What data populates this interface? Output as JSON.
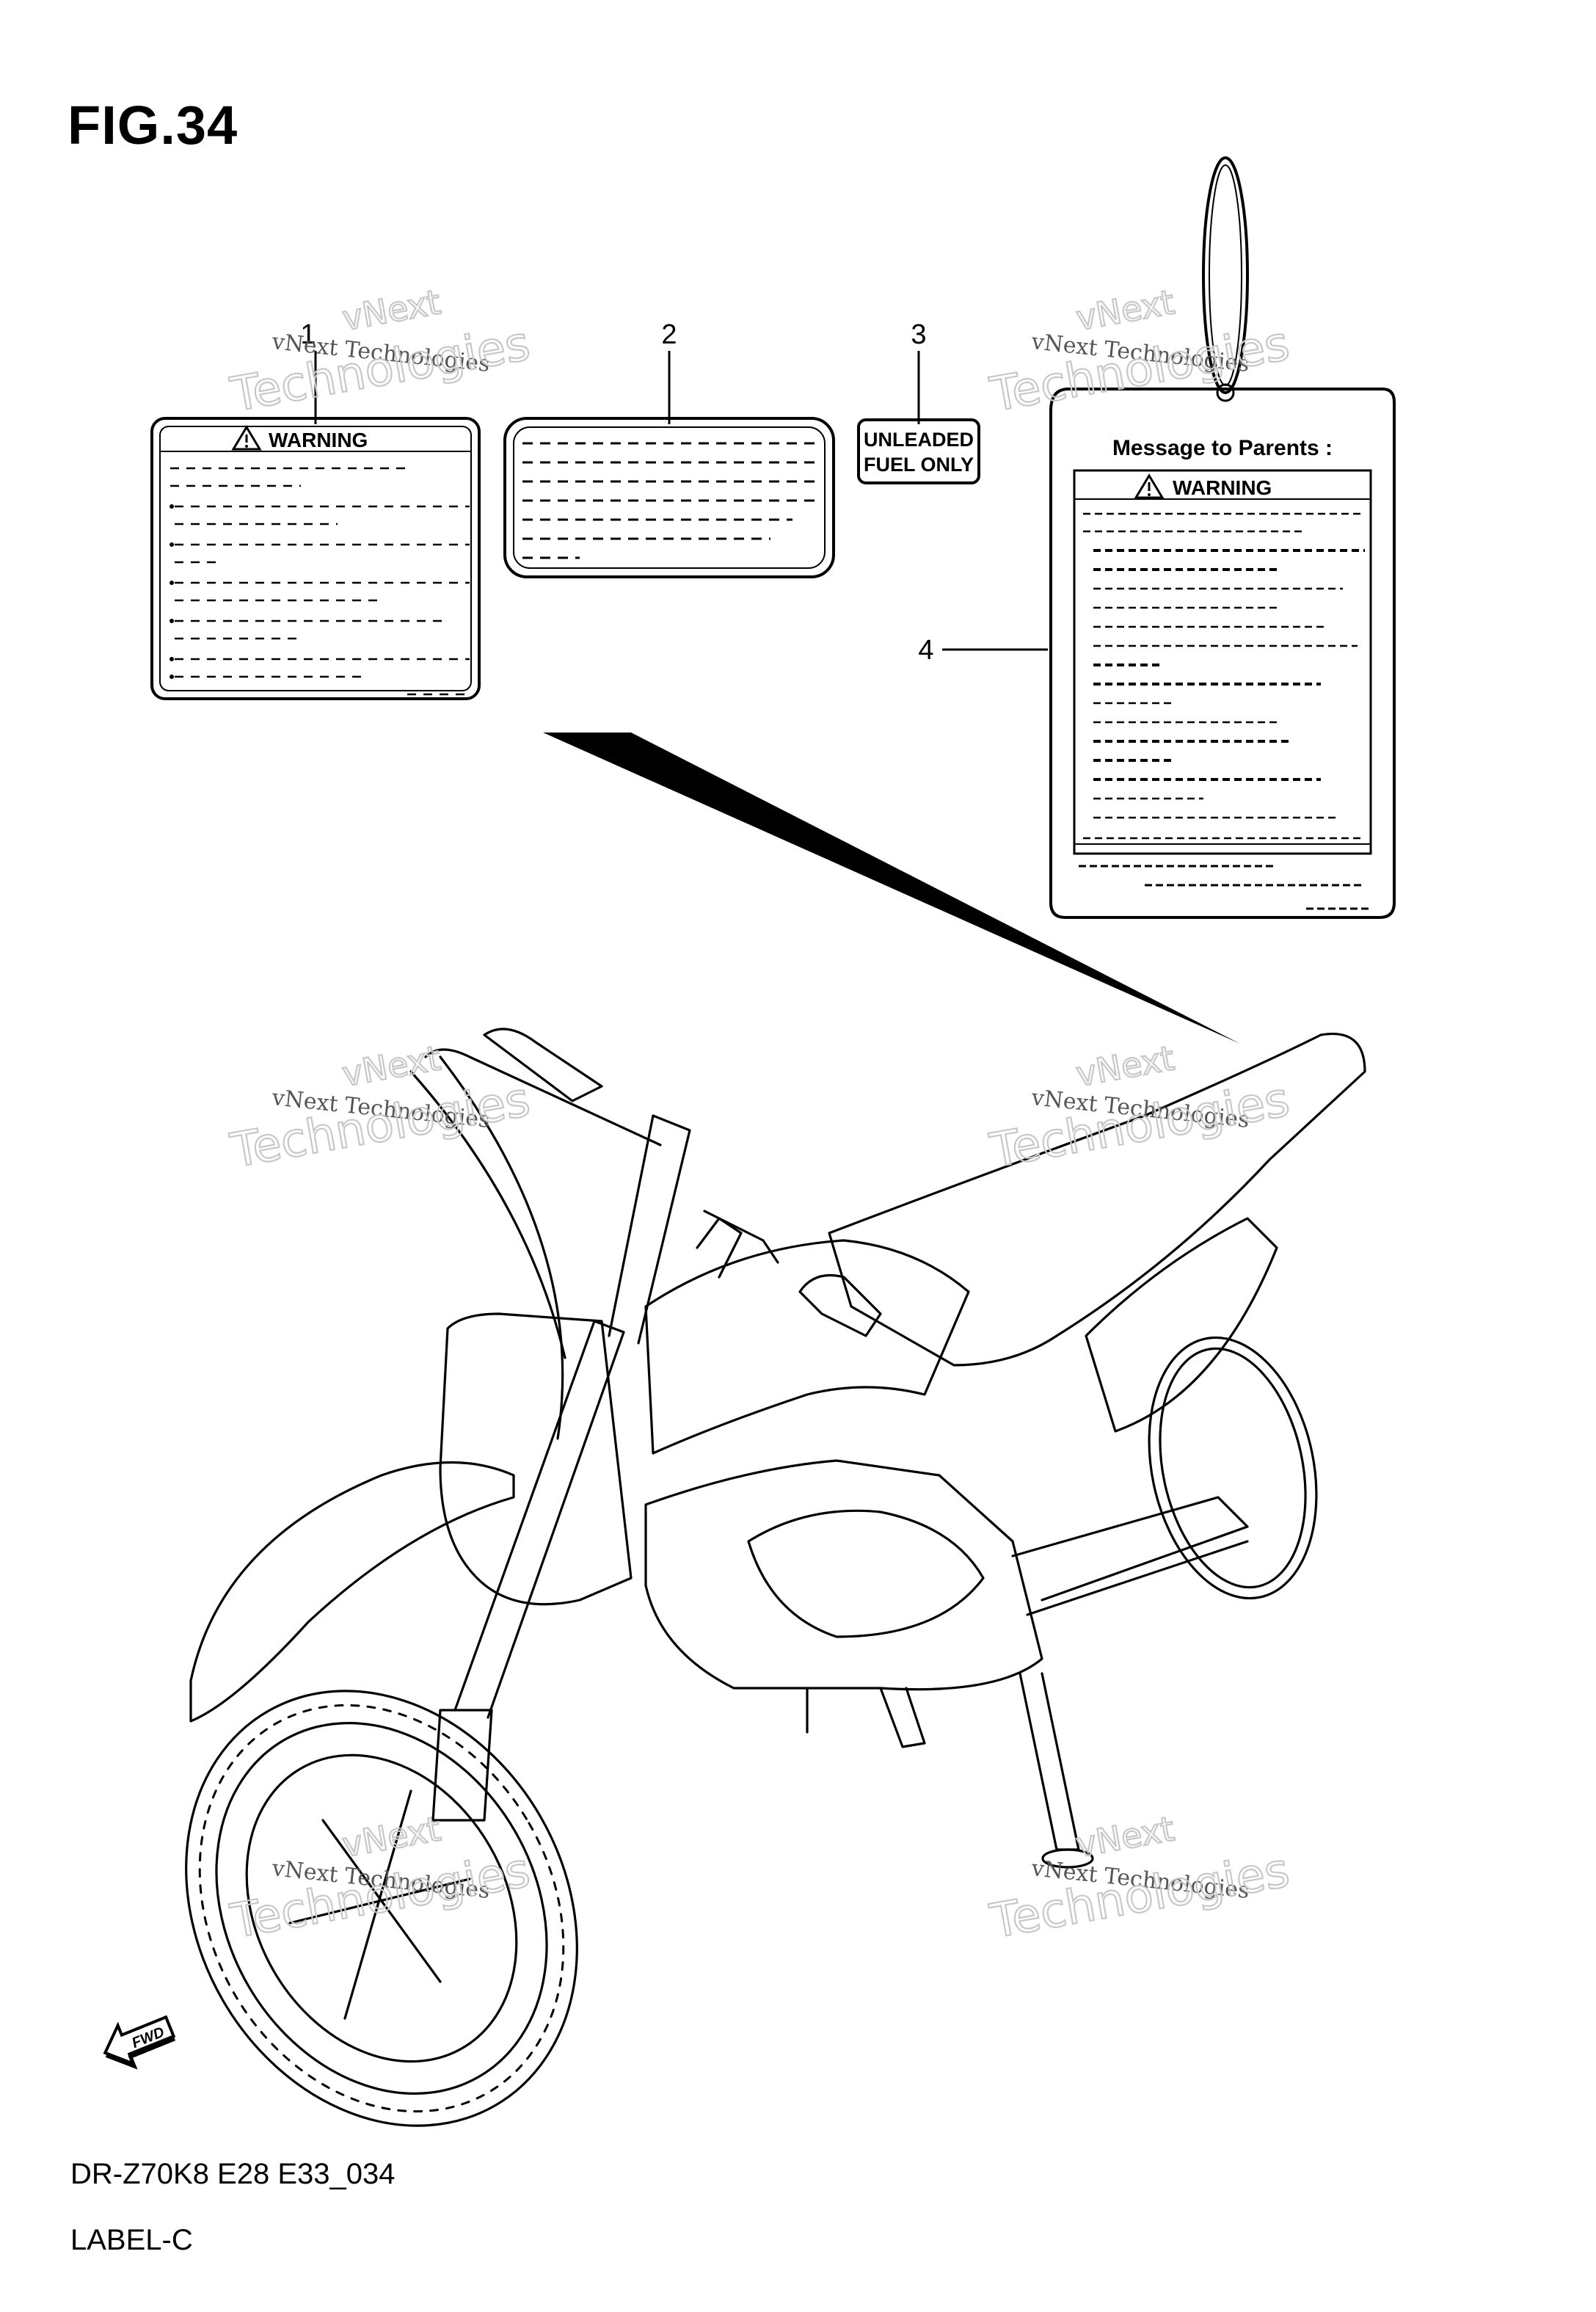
{
  "figure": {
    "title": "FIG.34",
    "model_code": "DR-Z70K8 E28 E33_034",
    "section_name": "LABEL-C"
  },
  "callouts": [
    {
      "number": "1",
      "part": "warning-label"
    },
    {
      "number": "2",
      "part": "caution-label"
    },
    {
      "number": "3",
      "part": "fuel-label"
    },
    {
      "number": "4",
      "part": "hang-tag"
    }
  ],
  "labels": {
    "warning_label_heading": "WARNING",
    "fuel_label_line1": "UNLEADED",
    "fuel_label_line2": "FUEL ONLY",
    "tag_heading": "Message to Parents :",
    "tag_warning_heading": "WARNING",
    "fwd_arrow_text": "FWD"
  },
  "watermark": {
    "line_small": "vNext Technologies",
    "line_big_1": "vNext",
    "line_big_2": "Technologies"
  }
}
